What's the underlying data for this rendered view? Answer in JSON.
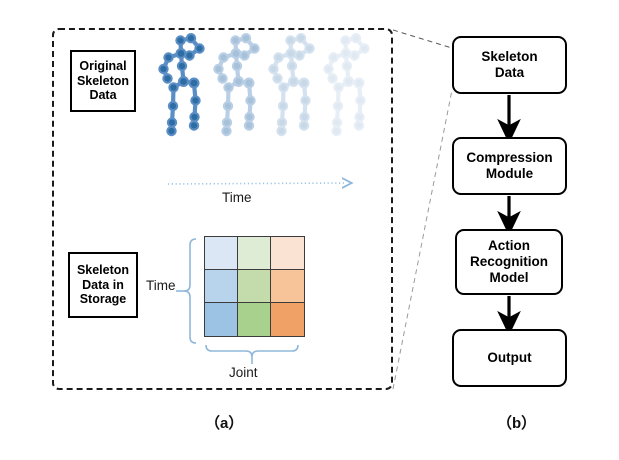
{
  "figure": {
    "panel_a": {
      "caption": "（a）",
      "labels": {
        "original_skeleton": [
          "Original",
          "Skeleton",
          "Data"
        ],
        "storage": [
          "Skeleton",
          "Data in",
          "Storage"
        ]
      },
      "time_axis_caption": "Time",
      "grid_axis_labels": {
        "rows": "Time",
        "cols": "Joint"
      }
    },
    "panel_b": {
      "caption": "（b）",
      "nodes": [
        {
          "lines": [
            "Skeleton",
            "Data"
          ]
        },
        {
          "lines": [
            "Compression",
            "Module"
          ]
        },
        {
          "lines": [
            "Action",
            "Recognition",
            "Model"
          ]
        },
        {
          "lines": [
            "Output"
          ]
        }
      ]
    }
  },
  "chart_data": {
    "type": "diagram",
    "title": "Skeleton data compression pipeline",
    "panels": [
      {
        "id": "a",
        "label": "（a）",
        "description": "Original skeleton sequence fading over time, and its stored tensor representation",
        "skeleton_sequence": {
          "frames": 4,
          "opacities": [
            1.0,
            0.42,
            0.26,
            0.14
          ],
          "stroke_color": "#5b8ec4",
          "joint_color": "#2e6da4",
          "axis": "Time"
        },
        "storage_tensor": {
          "type": "heatmap",
          "rows": 3,
          "cols": 3,
          "row_axis": "Time",
          "col_axis": "Joint",
          "cell_colors": [
            [
              "#dbe7f4",
              "#dfecd5",
              "#fae3d2"
            ],
            [
              "#b8d3ec",
              "#c4dcab",
              "#f7c49a"
            ],
            [
              "#9cc3e4",
              "#a9d18e",
              "#f0a266"
            ]
          ],
          "values": [
            [
              0.25,
              0.25,
              0.25
            ],
            [
              0.6,
              0.6,
              0.6
            ],
            [
              1.0,
              1.0,
              1.0
            ]
          ]
        }
      },
      {
        "id": "b",
        "label": "（b）",
        "description": "Flowchart of the processing pipeline",
        "flow": [
          "Skeleton Data",
          "Compression Module",
          "Action Recognition Model",
          "Output"
        ],
        "edges": [
          {
            "from": "Skeleton Data",
            "to": "Compression Module"
          },
          {
            "from": "Compression Module",
            "to": "Action Recognition Model"
          },
          {
            "from": "Action Recognition Model",
            "to": "Output"
          }
        ]
      }
    ],
    "connectors": [
      {
        "from": "panel-a-top-right",
        "to": "skeleton-data-box",
        "style": "dashed"
      },
      {
        "from": "panel-a-bottom-right",
        "to": "skeleton-data-box",
        "style": "dashed"
      }
    ]
  },
  "colors": {
    "skeleton_stroke": "#5b8ec4",
    "skeleton_joint": "#2e6da4",
    "accent_blue": "#9cc3e4",
    "accent_green": "#a9d18e",
    "accent_orange": "#f0a266",
    "frame": "#1a1a1a",
    "brace": "#8fb8db"
  }
}
